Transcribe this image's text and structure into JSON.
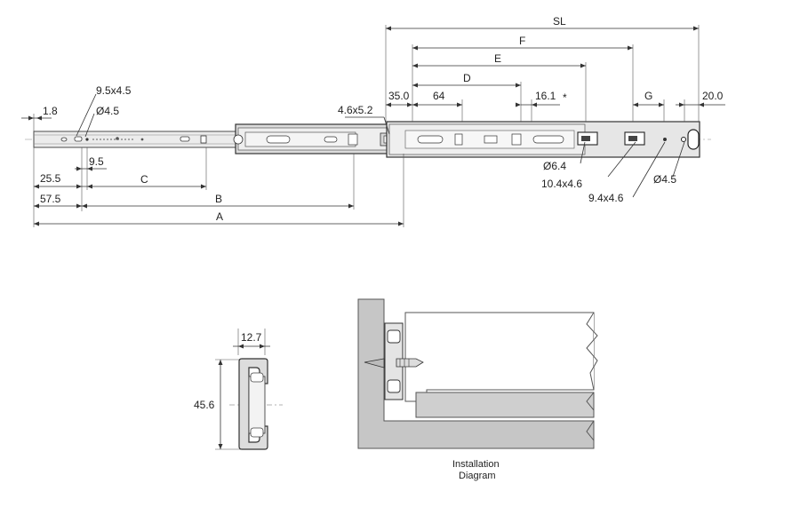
{
  "rail_drawing": {
    "labels": {
      "SL": "SL",
      "F": "F",
      "E": "E",
      "D": "D",
      "G": "G",
      "A": "A",
      "B": "B",
      "C": "C",
      "d35": "35.0",
      "d64": "64",
      "d161": "16.1",
      "star": "*",
      "d20": "20.0",
      "d18": "1.8",
      "slot_95x45": "9.5x4.5",
      "hole_45_left": "Ø4.5",
      "slot_46x52": "4.6x5.2",
      "d255": "25.5",
      "d95": "9.5",
      "d575": "57.5",
      "hole_64": "Ø6.4",
      "slot_104x46": "10.4x4.6",
      "slot_94x46": "9.4x4.6",
      "hole_45_right": "Ø4.5"
    }
  },
  "profile_drawing": {
    "width_label": "12.7",
    "height_label": "45.6"
  },
  "installation": {
    "caption_line1": "Installation",
    "caption_line2": "Diagram"
  },
  "colors": {
    "rail_fill": "#e6e6e6",
    "rail_dark": "#4a4a4a",
    "cabinet_fill": "#c8c8c8",
    "line": "#333333"
  }
}
